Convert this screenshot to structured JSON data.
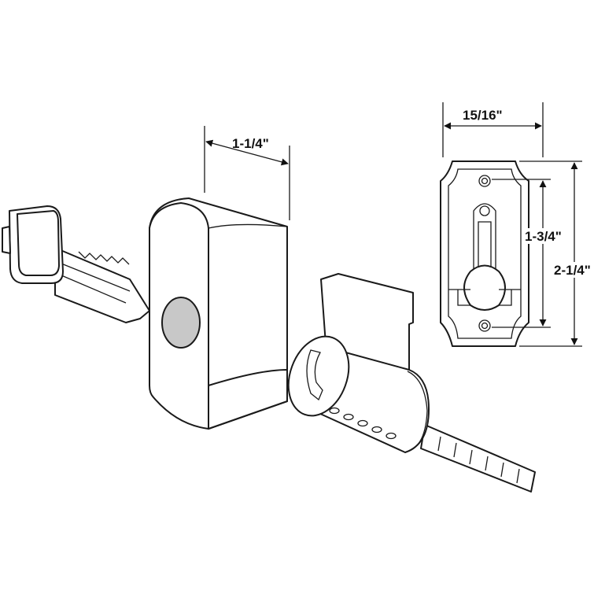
{
  "dimensions": {
    "body_depth": "1-1/4\"",
    "plate_width": "15/16\"",
    "hole_spacing": "1-3/4\"",
    "plate_height": "2-1/4\""
  },
  "colors": {
    "line": "#1a1a1a",
    "keyway_fill": "#c8c8c8",
    "background": "#ffffff"
  }
}
